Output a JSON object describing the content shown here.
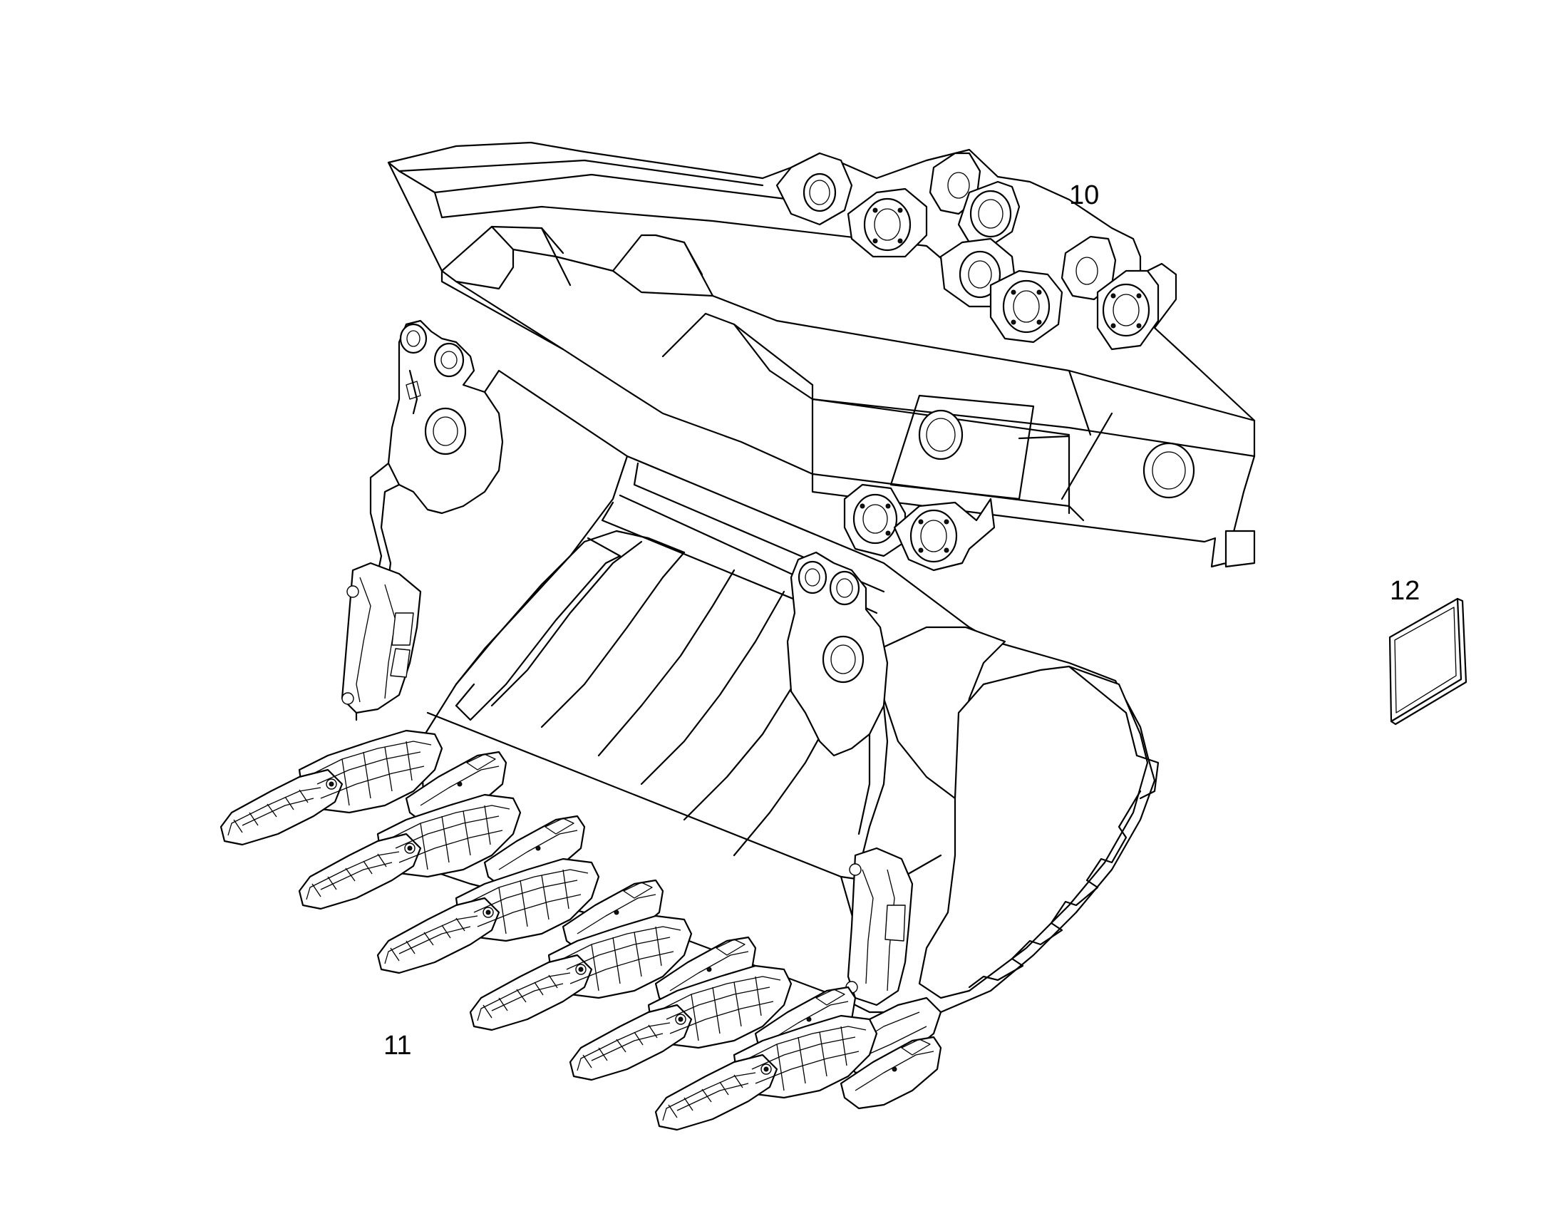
{
  "figure": {
    "background": "#ffffff",
    "line_color": "#000000",
    "parts": [
      {
        "callout": "10",
        "part": "bucket-link-frame"
      },
      {
        "callout": "11",
        "part": "bucket-with-teeth"
      },
      {
        "callout": "12",
        "part": "decal-plate"
      }
    ]
  },
  "callouts": {
    "frame": "10",
    "bucket": "11",
    "plate": "12"
  }
}
